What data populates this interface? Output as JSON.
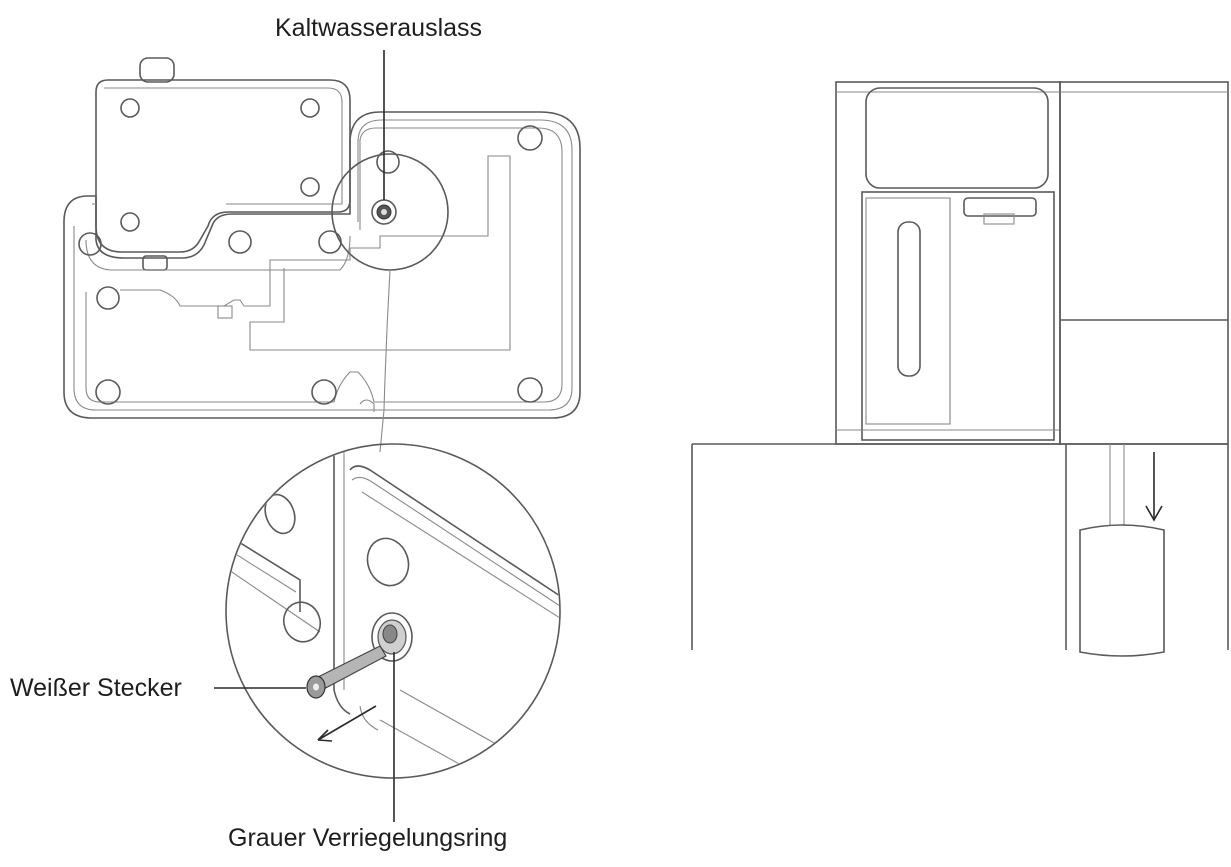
{
  "labels": {
    "cold_water_outlet": "Kaltwasserauslass",
    "white_plug": "Weißer Stecker",
    "grey_locking_ring": "Grauer Verriegelungsring"
  },
  "colors": {
    "line": "#5a5a5a",
    "leader": "#2a2a2a",
    "text": "#1e1e1e"
  }
}
